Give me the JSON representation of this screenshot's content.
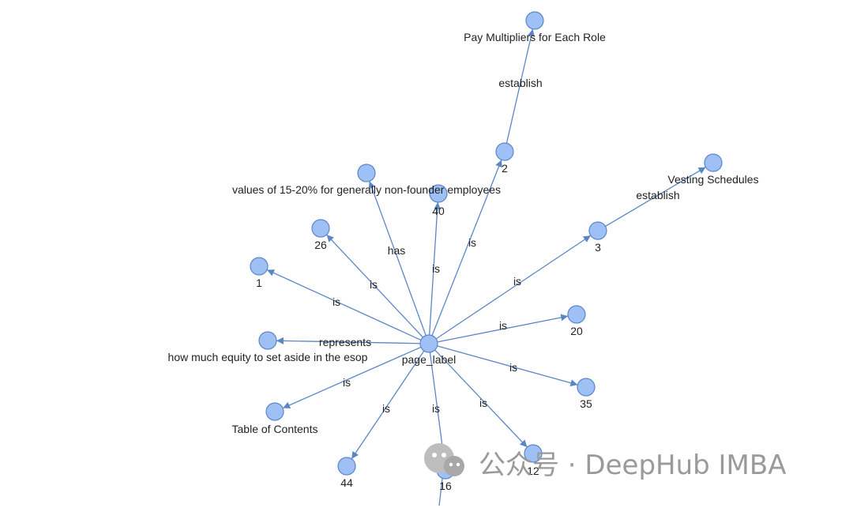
{
  "graph": {
    "nodes": [
      {
        "id": "page_label",
        "label": "page_label"
      },
      {
        "id": "pay",
        "label": "Pay Multipliers for Each Role"
      },
      {
        "id": "n2",
        "label": "2"
      },
      {
        "id": "vest",
        "label": "Vesting Schedules"
      },
      {
        "id": "n3",
        "label": "3"
      },
      {
        "id": "n40",
        "label": "40"
      },
      {
        "id": "vals",
        "label": "values of 15-20% for generally non-founder employees"
      },
      {
        "id": "n26",
        "label": "26"
      },
      {
        "id": "n1",
        "label": "1"
      },
      {
        "id": "n20",
        "label": "20"
      },
      {
        "id": "howmuch",
        "label": "how much equity to set aside in the esop"
      },
      {
        "id": "n35",
        "label": "35"
      },
      {
        "id": "toc",
        "label": "Table of Contents"
      },
      {
        "id": "n12",
        "label": "12"
      },
      {
        "id": "n44",
        "label": "44"
      },
      {
        "id": "n16",
        "label": "16"
      }
    ],
    "edges": [
      {
        "from": "page_label",
        "to": "n2",
        "label": "is"
      },
      {
        "from": "n2",
        "to": "pay",
        "label": "establish"
      },
      {
        "from": "page_label",
        "to": "n3",
        "label": "is"
      },
      {
        "from": "n3",
        "to": "vest",
        "label": "establish"
      },
      {
        "from": "page_label",
        "to": "n40",
        "label": "is"
      },
      {
        "from": "page_label",
        "to": "vals",
        "label": "has"
      },
      {
        "from": "page_label",
        "to": "n26",
        "label": "is"
      },
      {
        "from": "page_label",
        "to": "n1",
        "label": "is"
      },
      {
        "from": "page_label",
        "to": "n20",
        "label": "is"
      },
      {
        "from": "page_label",
        "to": "howmuch",
        "label": "represents"
      },
      {
        "from": "page_label",
        "to": "n35",
        "label": "is"
      },
      {
        "from": "page_label",
        "to": "toc",
        "label": "is"
      },
      {
        "from": "page_label",
        "to": "n12",
        "label": "is"
      },
      {
        "from": "page_label",
        "to": "n44",
        "label": "is"
      },
      {
        "from": "page_label",
        "to": "n16",
        "label": "is"
      }
    ]
  },
  "watermark": {
    "text": "公众号 · DeepHub IMBA"
  }
}
